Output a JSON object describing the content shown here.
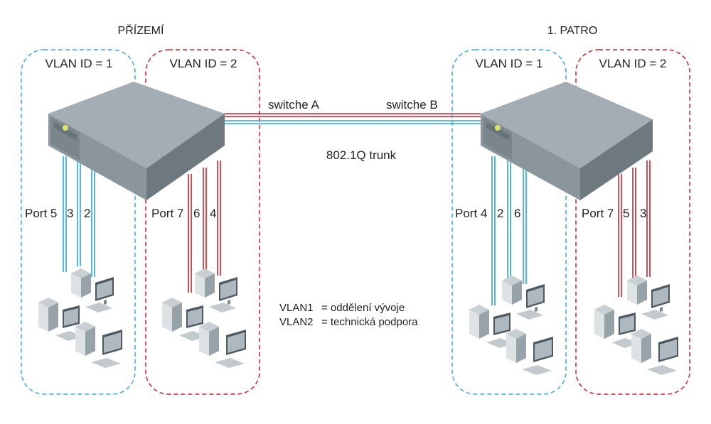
{
  "floors": {
    "left": {
      "title": "PŘÍZEMÍ",
      "vlan1_label": "VLAN ID = 1",
      "vlan2_label": "VLAN ID = 2",
      "ports_vlan1": {
        "first": "Port 5",
        "second": "3",
        "third": "2"
      },
      "ports_vlan2": {
        "first": "Port 7",
        "second": "6",
        "third": "4"
      }
    },
    "right": {
      "title": "1. PATRO",
      "vlan1_label": "VLAN ID = 1",
      "vlan2_label": "VLAN ID = 2",
      "ports_vlan1": {
        "first": "Port 4",
        "second": "2",
        "third": "6"
      },
      "ports_vlan2": {
        "first": "Port 7",
        "second": "5",
        "third": "3"
      }
    }
  },
  "link": {
    "switch_a": "switche A",
    "switch_b": "switche B",
    "trunk": "802.1Q trunk"
  },
  "legend": {
    "vlan1_key": "VLAN1",
    "vlan1_desc": "= oddělení vývoje",
    "vlan2_key": "VLAN2",
    "vlan2_desc": "= technická podpora"
  },
  "colors": {
    "vlan1": "#2aa5db",
    "vlan2": "#c8242c",
    "vlan1_dash": "#3aa8dc",
    "vlan2_dash": "#c8242c",
    "switch_top": "#a3adb3",
    "switch_front": "#8a959c",
    "switch_side": "#6d787f"
  },
  "icons": {
    "switch": "network-switch-icon",
    "computer": "workstation-icon"
  }
}
